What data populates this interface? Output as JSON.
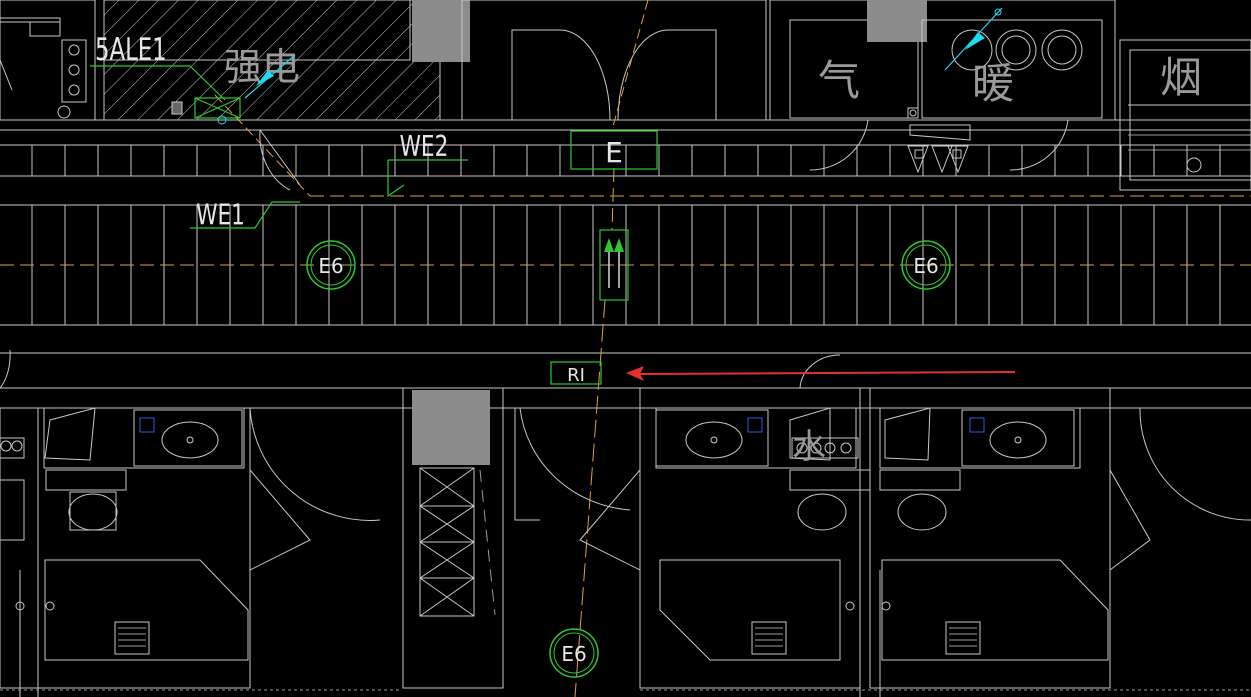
{
  "labels": {
    "sale1": "5ALE1",
    "we2": "WE2",
    "we1": "WE1",
    "e_box": "E",
    "ri_box": "RI",
    "room_power": "强电",
    "room_gas": "气",
    "room_heat": "暖",
    "room_smoke": "烟",
    "room_water": "水"
  },
  "circles": [
    {
      "label": "E6"
    },
    {
      "label": "E6"
    },
    {
      "label": "E6"
    }
  ],
  "colors": {
    "background": "#000000",
    "wall": "#c8c8c8",
    "annotation": "#2ec82e",
    "centerline": "#e0a040",
    "arrow": "#e53030",
    "cyan": "#20d8f0",
    "block": "#8c8c8c",
    "hatch_blue": "#2a5cd8"
  },
  "icons": [
    "arrow-left-icon",
    "ventilation-arrows-icon",
    "cyan-marker-icon"
  ]
}
